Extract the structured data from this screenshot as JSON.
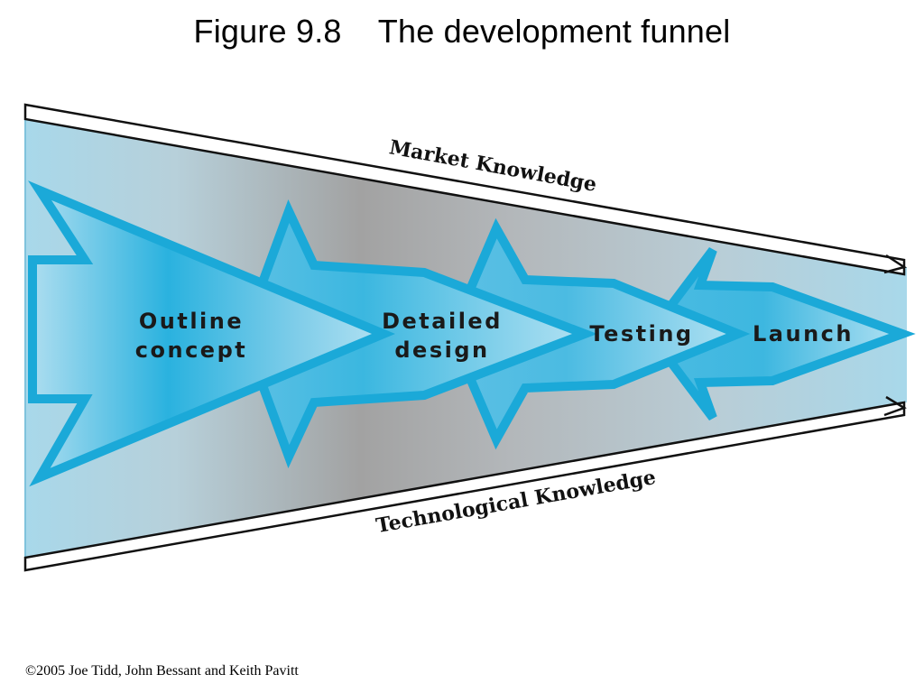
{
  "slide": {
    "title": "Figure 9.8    The development funnel",
    "copyright": "©2005 Joe Tidd, John Bessant and Keith Pavitt"
  },
  "funnel": {
    "top_edge_label": "Market Knowledge",
    "bottom_edge_label": "Technological Knowledge",
    "stages": [
      {
        "lines": [
          "Outline",
          "concept"
        ]
      },
      {
        "lines": [
          "Detailed",
          "design"
        ]
      },
      {
        "lines": [
          "Testing"
        ]
      },
      {
        "lines": [
          "Launch"
        ]
      }
    ]
  },
  "colors": {
    "funnel_light": "#a8d8ea",
    "funnel_grey": "#a5a5a5",
    "chevron_border": "#1ba9d8",
    "chevron_light": "#aee0f1",
    "chevron_dark": "#2ab3df",
    "arrow_line": "#111111"
  }
}
